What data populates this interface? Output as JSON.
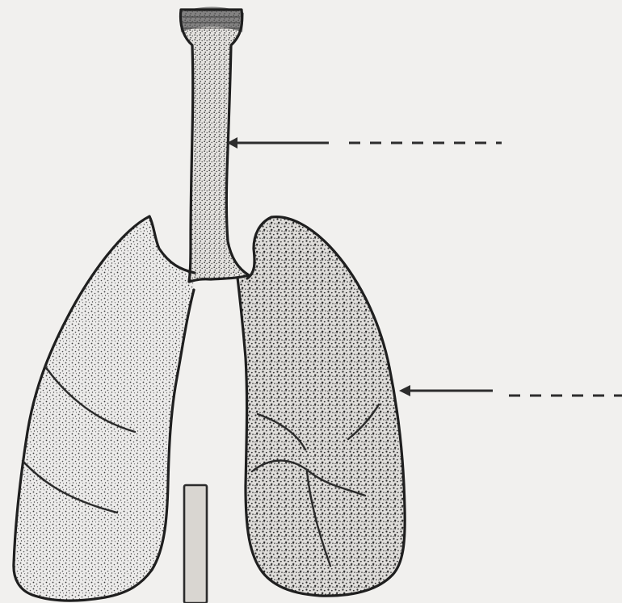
{
  "diagram": {
    "type": "respiratory-system-line-drawing",
    "labels": [
      {
        "target": "trachea",
        "text": ""
      },
      {
        "target": "lung",
        "text": ""
      }
    ]
  }
}
